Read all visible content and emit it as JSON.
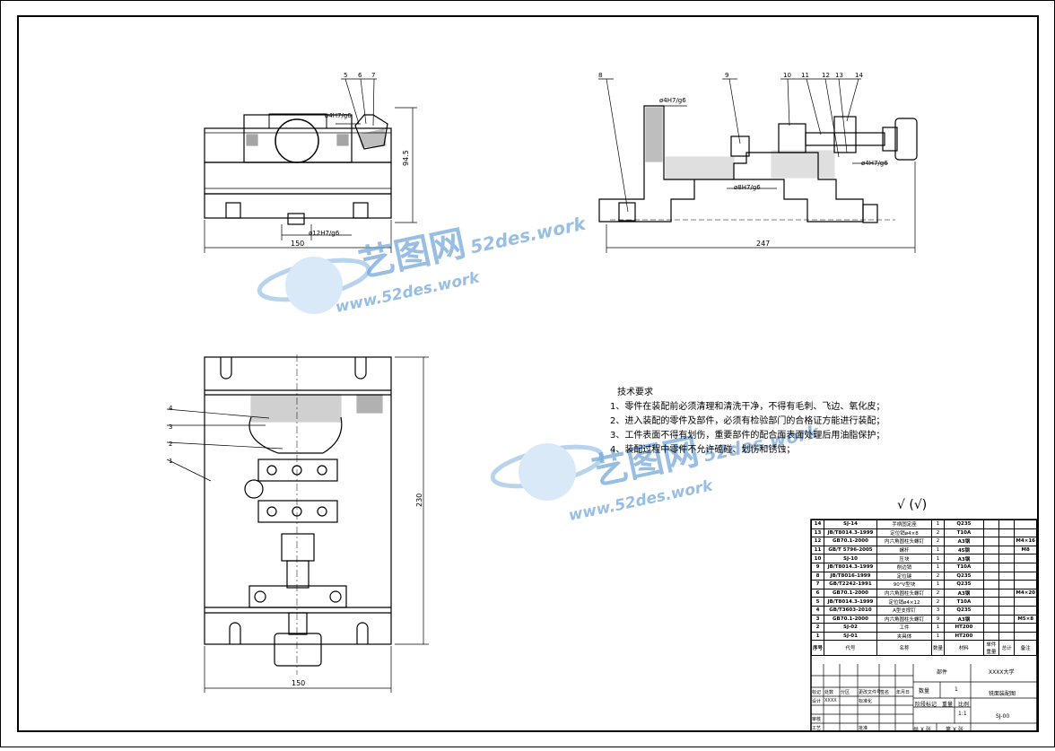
{
  "dimensions": {
    "front_height": "94.5",
    "front_width": "150",
    "front_fit": "ø12H7/g6",
    "front_top_fit": "ø4H7/g6",
    "side_width": "247",
    "side_fit_top": "ø4H7/g6",
    "side_fit_right": "ø4H7/g6",
    "side_fit_mid": "ø8H7/g6",
    "top_height": "230",
    "top_width": "150"
  },
  "balloons_front": [
    "5",
    "6",
    "7"
  ],
  "balloons_side": [
    "8",
    "9",
    "10",
    "11",
    "12",
    "13",
    "14"
  ],
  "balloons_top": [
    "4",
    "3",
    "2",
    "1"
  ],
  "tech_requirements": {
    "title": "技术要求",
    "items": [
      "1、零件在装配前必须清理和清洗干净，不得有毛刺、飞边、氧化皮；",
      "2、进入装配的零件及部件，必须有检验部门的合格证方能进行装配；",
      "3、工件表面不得有划伤，重要部件的配合面表面处理后用油脂保护；",
      "4、装配过程中零件不允许磕碰、划伤和锈蚀；"
    ]
  },
  "roughness": "√ (√)",
  "bom": [
    {
      "no": "14",
      "code": "SJ-14",
      "name": "手柄固定座",
      "qty": "1",
      "mat": "Q235",
      "note": ""
    },
    {
      "no": "13",
      "code": "JB/T8014.3-1999",
      "name": "定位销ø4×8",
      "qty": "2",
      "mat": "T10A",
      "note": ""
    },
    {
      "no": "12",
      "code": "GB70.1-2000",
      "name": "内六角圆柱头螺钉",
      "qty": "2",
      "mat": "A3钢",
      "note": "M4×16"
    },
    {
      "no": "11",
      "code": "GB/T 5796-2005",
      "name": "螺杆",
      "qty": "1",
      "mat": "45钢",
      "note": "M8"
    },
    {
      "no": "10",
      "code": "SJ-10",
      "name": "压块",
      "qty": "1",
      "mat": "A3钢",
      "note": ""
    },
    {
      "no": "9",
      "code": "JB/T8014.3-1999",
      "name": "削边销",
      "qty": "1",
      "mat": "T10A",
      "note": ""
    },
    {
      "no": "8",
      "code": "JB/T8016-1999",
      "name": "定位键",
      "qty": "2",
      "mat": "Q235",
      "note": ""
    },
    {
      "no": "7",
      "code": "GB/T2242-1991",
      "name": "90°V型块",
      "qty": "1",
      "mat": "Q235",
      "note": ""
    },
    {
      "no": "6",
      "code": "GB70.1-2000",
      "name": "内六角圆柱头螺钉",
      "qty": "2",
      "mat": "A3钢",
      "note": "M4×20"
    },
    {
      "no": "5",
      "code": "JB/T8014.3-1999",
      "name": "定位销ø4×12",
      "qty": "2",
      "mat": "T10A",
      "note": ""
    },
    {
      "no": "4",
      "code": "GB/T3603-2010",
      "name": "A型支撑钉",
      "qty": "3",
      "mat": "Q235",
      "note": ""
    },
    {
      "no": "3",
      "code": "GB70.1-2000",
      "name": "内六角圆柱头螺钉",
      "qty": "9",
      "mat": "A3钢",
      "note": "M5×8"
    },
    {
      "no": "2",
      "code": "SJ-02",
      "name": "工件",
      "qty": "1",
      "mat": "HT200",
      "note": ""
    },
    {
      "no": "1",
      "code": "SJ-01",
      "name": "夹具体",
      "qty": "1",
      "mat": "HT200",
      "note": ""
    }
  ],
  "bom_header": [
    "序号",
    "代号",
    "名称",
    "数量",
    "材料",
    "单件",
    "总计",
    "备注"
  ],
  "bom_header_weight": "重量",
  "title_block": {
    "part": "部件",
    "school": "XXXX大学",
    "count_label": "数量",
    "count": "1",
    "drawing_name": "铣面装配图",
    "stage_label": "阶段标记",
    "weight_label": "重量",
    "scale_label": "比例",
    "scale": "1:1",
    "drawing_no": "SJ-00",
    "sheets": "共 X 张",
    "sheet": "第 X 张",
    "rev_labels": [
      "标记",
      "处数",
      "分区",
      "更改文件号",
      "签名",
      "年月日"
    ],
    "design": "设计",
    "design_name": "XXXX",
    "std": "标准化",
    "check": "审核",
    "process": "工艺",
    "approve": "批准"
  },
  "watermark": {
    "brand": "艺图网",
    "domain": "52des.work",
    "url": "www.52des.work"
  }
}
